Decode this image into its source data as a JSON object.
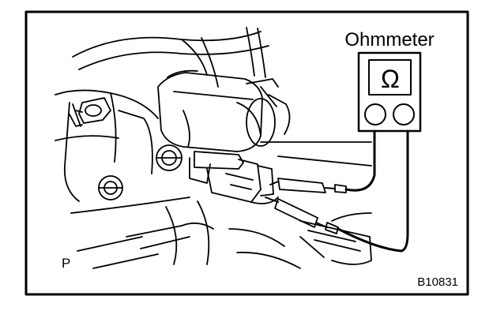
{
  "diagram": {
    "meter_label": "Ohmmeter",
    "meter_symbol": "Ω",
    "corner_letter": "P",
    "figure_code": "B10831"
  },
  "colors": {
    "ink": "#000000",
    "paper": "#ffffff"
  }
}
